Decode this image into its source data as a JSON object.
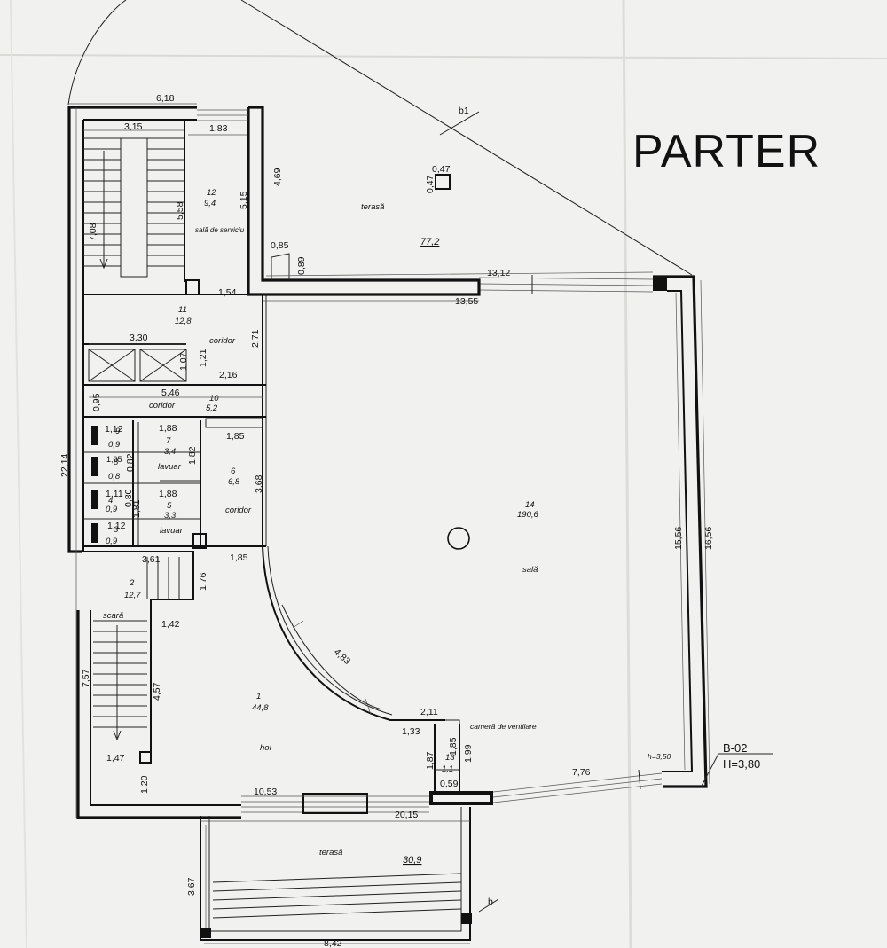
{
  "title": "PARTER",
  "level": {
    "code": "B-02",
    "height": "H=3,80",
    "hall_height": "h=3,50"
  },
  "section_marks": {
    "top": "b1",
    "bottom": "b"
  },
  "rooms": {
    "r1": {
      "num": "1",
      "area": "44,8",
      "name": "hol"
    },
    "r2": {
      "num": "2",
      "area": "12,7",
      "name": "scară"
    },
    "r3": {
      "num": "3",
      "area": "0,9"
    },
    "r4": {
      "num": "4",
      "area": "0,9"
    },
    "r5": {
      "num": "5",
      "area": "3,3",
      "name": "lavuar"
    },
    "r6": {
      "num": "6",
      "area": "6,8",
      "name": "coridor"
    },
    "r7": {
      "num": "7",
      "area": "3,4",
      "name": "lavuar"
    },
    "r8": {
      "num": "8",
      "area": "0,8"
    },
    "r9": {
      "num": "9",
      "area": "0,9"
    },
    "r10": {
      "num": "10",
      "area": "5,2",
      "name": "coridor"
    },
    "r11": {
      "num": "11",
      "area": "12,8",
      "name": "coridor"
    },
    "r12": {
      "num": "12",
      "area": "9,4",
      "name": "sală de serviciu"
    },
    "r13": {
      "num": "13",
      "area": "1,1",
      "name": "cameră de ventilare"
    },
    "r14": {
      "num": "14",
      "area": "190,6",
      "name": "sală"
    },
    "terrace_top": {
      "name": "terasă",
      "area": "77,2"
    },
    "terrace_bottom": {
      "name": "terasă",
      "area": "30,9"
    }
  },
  "dims": {
    "d618": "6,18",
    "d315": "3,15",
    "d183": "1,83",
    "d469": "4,69",
    "d558": "5,58",
    "d515": "5,15",
    "d708": "7,08",
    "d047a": "0,47",
    "d047b": "0,47",
    "d085": "0,85",
    "d089": "0,89",
    "d154": "1,54",
    "d1312": "13,12",
    "d1355": "13,55",
    "d330": "3,30",
    "d271": "2,71",
    "d107": "1,07",
    "d121": "1,21",
    "d216": "2,16",
    "d546": "5,46",
    "d095": "0,95",
    "d2214": "22,14",
    "d112a": "1,12",
    "d188a": "1,88",
    "d185a": "1,85",
    "d182": "1,82",
    "d105": "1,05",
    "d082": "0,82",
    "d368": "3,68",
    "d111": "1,11",
    "d080": "0,80",
    "d188b": "1,88",
    "d181": "1,81",
    "d112b": "1,12",
    "d361": "3,61",
    "d176": "1,76",
    "d185b": "1,85",
    "d142": "1,42",
    "d757": "7,57",
    "d457": "4,57",
    "d147": "1,47",
    "d120": "1,20",
    "d483": "4,83",
    "d211": "2,11",
    "d133": "1,33",
    "d185c": "1,85",
    "d187": "1,87",
    "d199": "1,99",
    "d059": "0,59",
    "d1053": "10,53",
    "d776": "7,76",
    "d2015": "20,15",
    "d1556": "15,56",
    "d1656": "16,56",
    "d367": "3,67",
    "d842": "8,42"
  }
}
